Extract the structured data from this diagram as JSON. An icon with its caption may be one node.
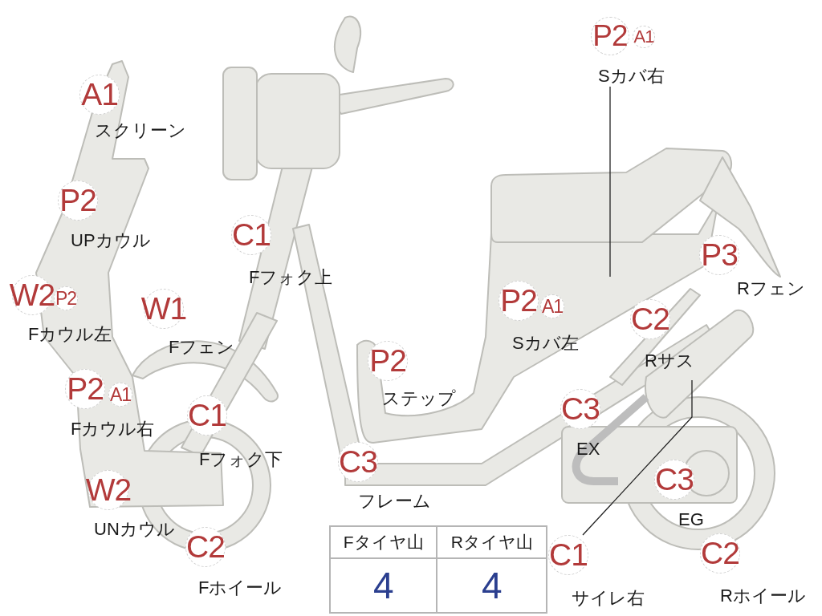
{
  "diagram": {
    "nodes": [
      {
        "text": [
          "P2"
        ],
        "beside": [
          "Sカバ右"
        ]
      },
      {
        "text": [
          "A1"
        ]
      },
      {
        "text": [
          "A1"
        ],
        "beside": [
          "スクリーン"
        ]
      },
      {
        "text": [
          "P2"
        ],
        "beside": [
          "UPカウル"
        ]
      },
      {
        "text": [
          "C1"
        ],
        "beside": [
          "Fフォク上"
        ]
      },
      {
        "text": [
          "P3"
        ],
        "beside": [
          "Rフェン"
        ]
      },
      {
        "text": [
          "W2"
        ],
        "beside": [
          "Fカウル左"
        ]
      },
      {
        "text": [
          "P2"
        ]
      },
      {
        "text": [
          "W1"
        ],
        "beside": [
          "Fフェン"
        ]
      },
      {
        "text": [
          "P2"
        ],
        "beside": [
          "Sカバ左"
        ]
      },
      {
        "text": [
          "A1"
        ]
      },
      {
        "text": [
          "C2"
        ],
        "beside": [
          "Rサス"
        ]
      },
      {
        "text": [
          "P2"
        ],
        "beside": [
          "ステップ"
        ]
      },
      {
        "text": [
          "P2"
        ],
        "beside": [
          "Fカウル右"
        ]
      },
      {
        "text": [
          "A1"
        ]
      },
      {
        "text": [
          "C1"
        ],
        "beside": [
          "Fフォク下"
        ]
      },
      {
        "text": [
          "C3"
        ],
        "beside": [
          "EX"
        ]
      },
      {
        "text": [
          "C3"
        ],
        "beside": [
          "フレーム"
        ]
      },
      {
        "text": [
          "C3"
        ],
        "beside": [
          "EG"
        ]
      },
      {
        "text": [
          "W2"
        ],
        "beside": [
          "UNカウル"
        ]
      },
      {
        "text": [
          "C2"
        ],
        "beside": [
          "Fホイール"
        ]
      },
      {
        "text": [
          "C1"
        ],
        "beside": [
          "サイレ右"
        ]
      },
      {
        "text": [
          "C2"
        ],
        "beside": [
          "Rホイール"
        ]
      }
    ],
    "edges": [
      {
        "from": 0,
        "to": null,
        "arrow": "none"
      },
      {
        "from": 21,
        "to": null,
        "arrow": "none"
      }
    ],
    "labels": [
      "Fタイヤ山",
      "Rタイヤ山",
      "4",
      "4"
    ]
  }
}
